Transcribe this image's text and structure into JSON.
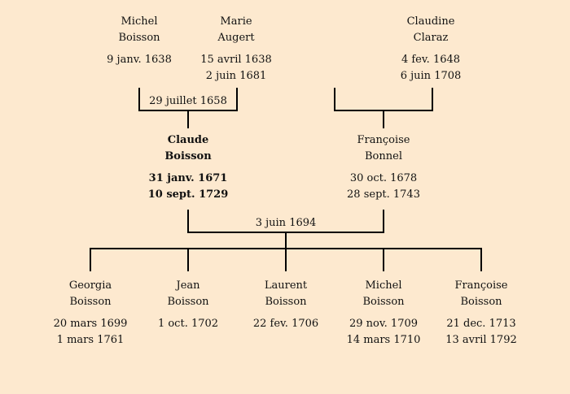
{
  "people": {
    "michel_boisson_sr": {
      "first": "Michel",
      "last": "Boisson",
      "born": "9 janv. 1638",
      "died": ""
    },
    "marie_augert": {
      "first": "Marie",
      "last": "Augert",
      "born": "15 avril 1638",
      "died": "2 juin 1681"
    },
    "claudine_claraz": {
      "first": "Claudine",
      "last": "Claraz",
      "born": "4 fev. 1648",
      "died": "6 juin 1708"
    },
    "claude_boisson": {
      "first": "Claude",
      "last": "Boisson",
      "born": "31 janv. 1671",
      "died": "10 sept. 1729"
    },
    "francoise_bonnel": {
      "first": "Françoise",
      "last": "Bonnel",
      "born": "30 oct. 1678",
      "died": "28 sept. 1743"
    },
    "georgia_boisson": {
      "first": "Georgia",
      "last": "Boisson",
      "born": "20 mars 1699",
      "died": "1 mars 1761"
    },
    "jean_boisson": {
      "first": "Jean",
      "last": "Boisson",
      "born": "1 oct. 1702",
      "died": ""
    },
    "laurent_boisson": {
      "first": "Laurent",
      "last": "Boisson",
      "born": "22 fev. 1706",
      "died": ""
    },
    "michel_boisson_jr": {
      "first": "Michel",
      "last": "Boisson",
      "born": "29 nov. 1709",
      "died": "14 mars 1710"
    },
    "francoise_boisson": {
      "first": "Françoise",
      "last": "Boisson",
      "born": "21 dec. 1713",
      "died": "13 avril 1792"
    }
  },
  "marriages": {
    "boisson_augert": "29 juillet 1658",
    "boisson_bonnel": "3 juin 1694"
  },
  "colors": {
    "background": "#fde9cf",
    "line": "#000000",
    "text": "#111111"
  }
}
